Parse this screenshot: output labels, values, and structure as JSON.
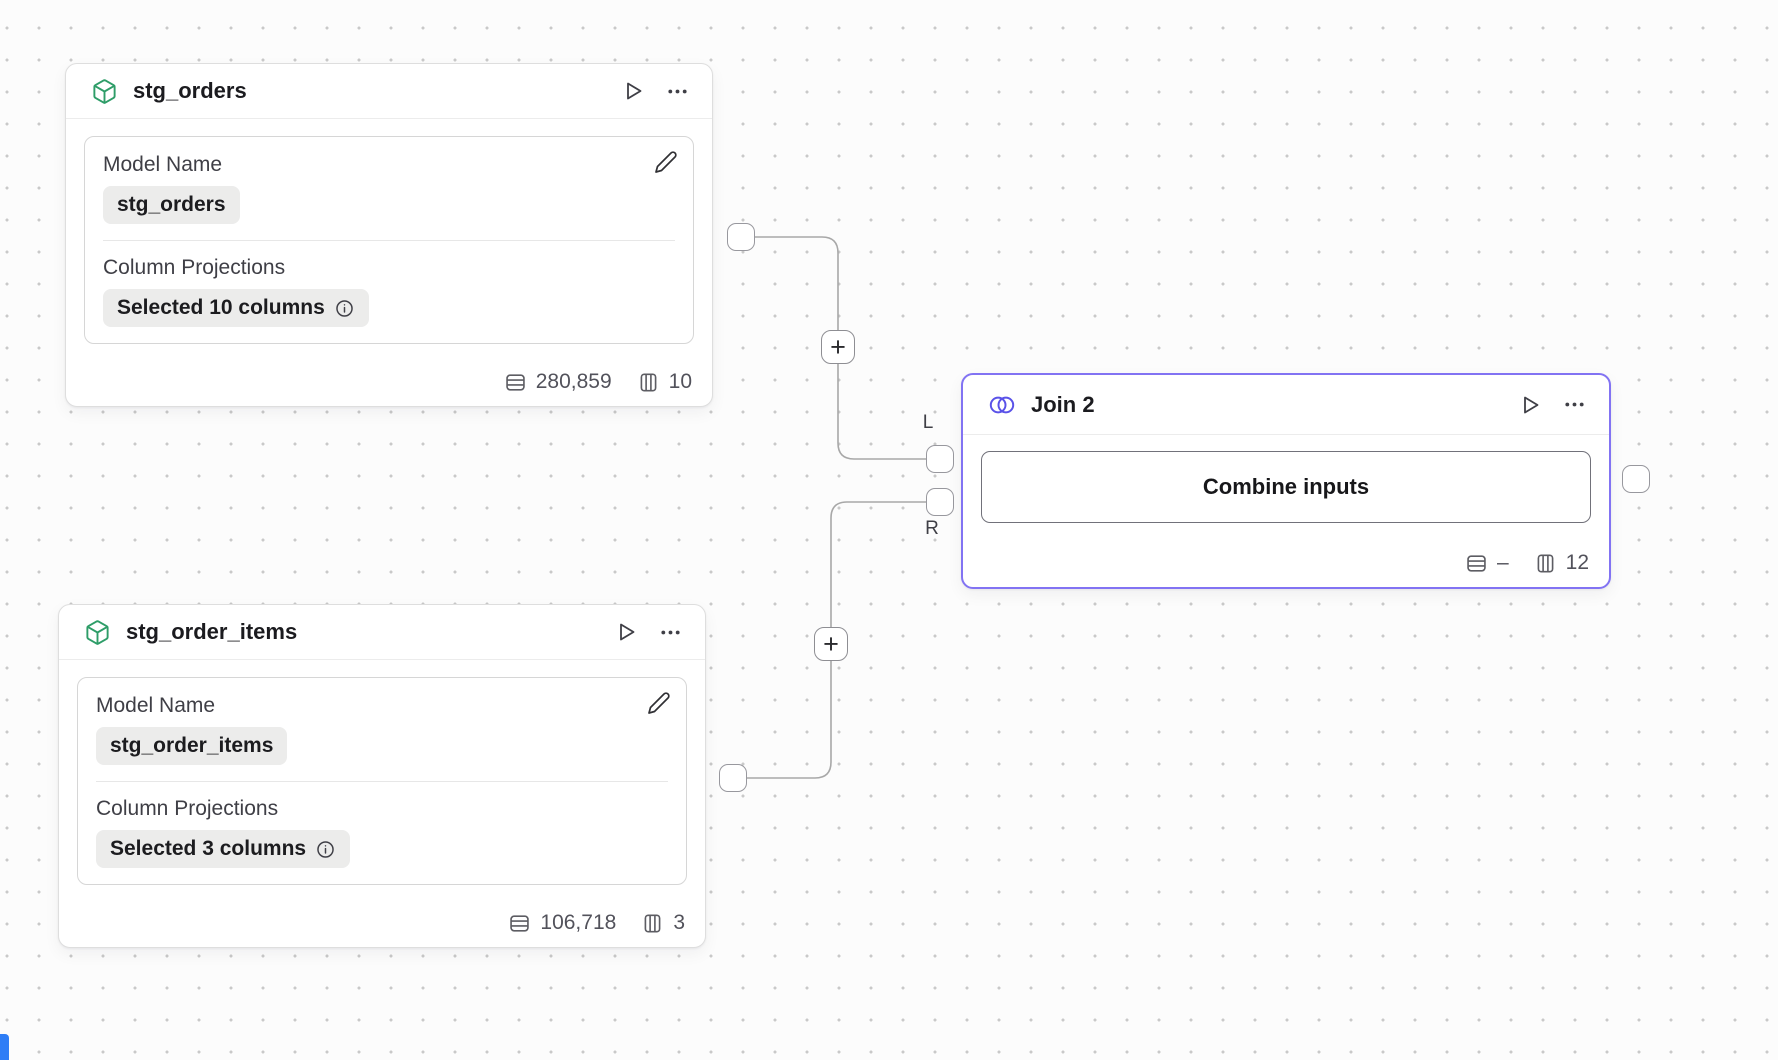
{
  "canvas": {
    "background_color": "#fcfcfc",
    "dot_color": "#c9c9c9",
    "model_accent": "#2e9d68",
    "join_accent": "#8273f3",
    "corner_indicator_color": "#2e7df6"
  },
  "icons": {
    "model_icon": "cube",
    "join_icon": "overlapping-circles",
    "run_icon": "play-triangle",
    "menu_icon": "ellipsis",
    "edit_icon": "pencil",
    "info_icon": "info-circle",
    "rows_icon": "table-rows",
    "columns_icon": "table-columns"
  },
  "nodes": [
    {
      "title": "stg_orders",
      "type": "model",
      "fields": [
        {
          "label": "Model Name",
          "value": "stg_orders"
        },
        {
          "label": "Column Projections",
          "value": "Selected 10 columns"
        }
      ],
      "stats": {
        "rows": "280,859",
        "columns": "10"
      }
    },
    {
      "title": "stg_order_items",
      "type": "model",
      "fields": [
        {
          "label": "Model Name",
          "value": "stg_order_items"
        },
        {
          "label": "Column Projections",
          "value": "Selected 3 columns"
        }
      ],
      "stats": {
        "rows": "106,718",
        "columns": "3"
      }
    },
    {
      "title": "Join 2",
      "type": "join",
      "button_label": "Combine inputs",
      "port_labels": {
        "left": "L",
        "right": "R"
      },
      "stats": {
        "rows": "–",
        "columns": "12"
      }
    }
  ],
  "edges": [
    {
      "from": "stg_orders",
      "to_port": "L",
      "add_label": "+"
    },
    {
      "from": "stg_order_items",
      "to_port": "R",
      "add_label": "+"
    }
  ]
}
